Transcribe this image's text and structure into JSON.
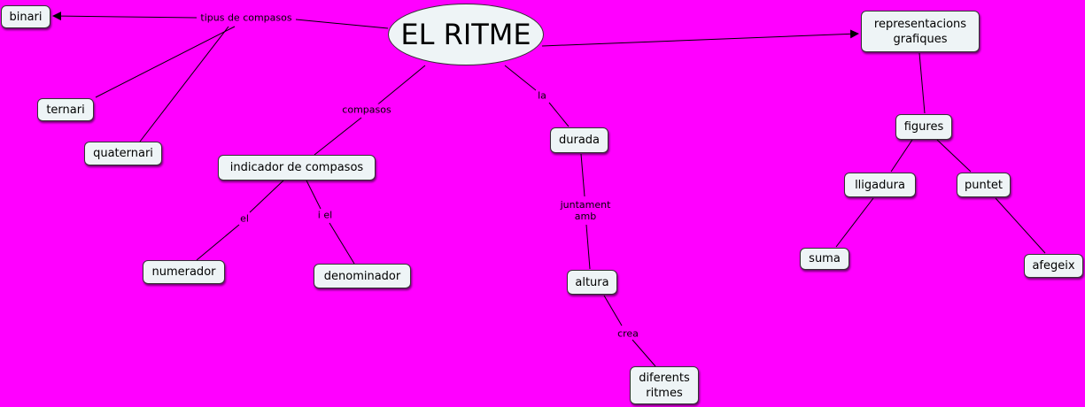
{
  "root": "EL RITME",
  "nodes": {
    "binari": "binari",
    "ternari": "ternari",
    "quaternari": "quaternari",
    "indicador": "indicador de compasos",
    "numerador": "numerador",
    "denominador": "denominador",
    "durada": "durada",
    "altura": "altura",
    "diferents": "diferents\nritmes",
    "representacions": "representacions\ngrafiques",
    "figures": "figures",
    "lligadura": "lligadura",
    "puntet": "puntet",
    "suma": "suma",
    "afegeix": "afegeix"
  },
  "labels": {
    "tipus": "tipus de compasos",
    "compasos": "compasos",
    "la": "la",
    "el": "el",
    "iel": "i el",
    "juntament": "juntament\namb",
    "crea": "crea"
  }
}
